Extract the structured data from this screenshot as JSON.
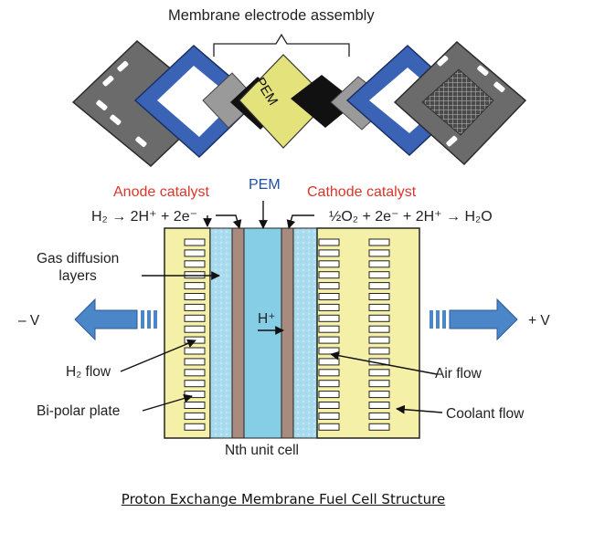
{
  "labels": {
    "mea": "Membrane electrode assembly",
    "pem_exploded": "PEM",
    "anode_catalyst": "Anode catalyst",
    "pem": "PEM",
    "cathode_catalyst": "Cathode catalyst",
    "anode_eq": "H₂ → 2H⁺ + 2e⁻",
    "cathode_eq": "½O₂ + 2e⁻ + 2H⁺ → H₂O",
    "gas_diffusion": "Gas diffusion\nlayers",
    "neg_v": "– V",
    "pos_v": "+ V",
    "h_plus": "H⁺",
    "h2_flow": "H₂ flow",
    "bipolar_plate": "Bi-polar plate",
    "air_flow": "Air flow",
    "coolant_flow": "Coolant flow",
    "nth_cell": "Nth unit cell"
  },
  "caption": "Proton Exchange Membrane Fuel Cell Structure",
  "colors": {
    "plate": "#f5f0a8",
    "gdl": "#a9dcee",
    "catalyst": "#a88a7e",
    "membrane": "#86cde6",
    "arrow_blue": "#4a86c8",
    "end_plate": "#6b6b6b",
    "frame_blue": "#3a63b5",
    "pem_yellow": "#e4e27a",
    "anode_red": "#d9352b",
    "pem_blue": "#1f4fa8"
  }
}
